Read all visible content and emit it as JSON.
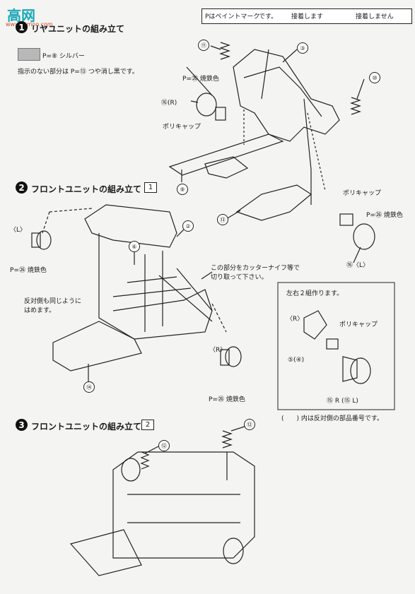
{
  "watermark": {
    "logo_text": "高网",
    "url_text": "www.tgmoo.com"
  },
  "legend": {
    "paint_mark": "Pはペイントマーク",
    "suffix": "です。",
    "glued": "接着します",
    "not_glued": "接着しません"
  },
  "step1": {
    "number": "1",
    "title": "リヤユニットの組み立て",
    "silver_paint": "P=⑧ シルバー",
    "instruction": "指示のない部分は P=⑬ つや消し黒です。",
    "parts": {
      "p3": "③",
      "p9": "⑨",
      "p10": "⑩",
      "p11": "⑪",
      "p13": "⑬",
      "p16r": "⑯(R)",
      "p16l": "⑯〈L〉"
    },
    "labels": {
      "burnt_iron_top": "P=㉖ 焼鉄色",
      "poly_cap_1": "ポリキャップ",
      "poly_cap_2": "ポリキャップ",
      "burnt_iron_right": "P=㉖ 焼鉄色"
    }
  },
  "step2": {
    "number": "2",
    "title": "フロントユニットの組み立て",
    "box": "1",
    "parts": {
      "p2": "②",
      "p6": "⑥",
      "p14": "⑭"
    },
    "labels": {
      "left": "〈L〉",
      "burnt_iron_left": "P=㉖ 焼鉄色",
      "opposite_1": "反対側も同じように",
      "opposite_2": "はめます。",
      "cut_1": "この部分をカッターナイフ等で",
      "cut_2": "切り取って下さい。",
      "right": "〈R〉",
      "burnt_iron_bottom": "P=㉖ 焼鉄色"
    },
    "detail": {
      "make_two": "左右２組作ります。",
      "right": "〈R〉",
      "poly_cap": "ポリキャップ",
      "part54": "⑤(④)",
      "part15": "⑮ R (⑮ L)",
      "note": "(　　) 内は反対側の部品番号です。"
    }
  },
  "step3": {
    "number": "3",
    "title": "フロントユニットの組み立て",
    "box": "2",
    "parts": {
      "p12a": "⑫",
      "p12b": "⑫"
    }
  }
}
